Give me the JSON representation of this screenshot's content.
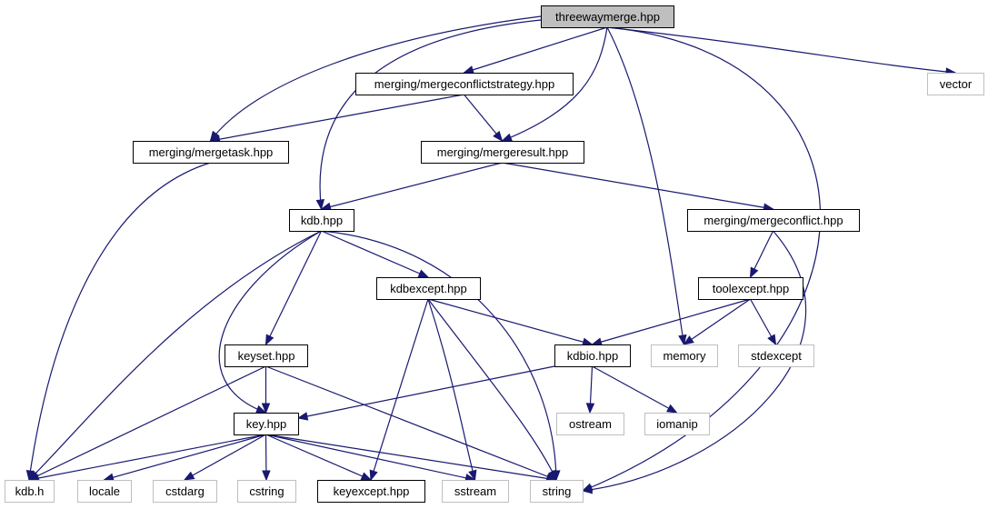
{
  "title": "threewaymerge.hpp include dependency graph",
  "colors": {
    "edge": "#191970",
    "root_fill": "#bfbfbf",
    "internal_border": "#000000",
    "external_border": "#bfbfbf"
  },
  "nodes": [
    {
      "id": "threewaymerge",
      "label": "threewaymerge.hpp",
      "kind": "root"
    },
    {
      "id": "mergeconflictstrategy",
      "label": "merging/mergeconflictstrategy.hpp",
      "kind": "internal"
    },
    {
      "id": "vector",
      "label": "vector",
      "kind": "external"
    },
    {
      "id": "mergetask",
      "label": "merging/mergetask.hpp",
      "kind": "internal"
    },
    {
      "id": "mergeresult",
      "label": "merging/mergeresult.hpp",
      "kind": "internal"
    },
    {
      "id": "kdbhpp",
      "label": "kdb.hpp",
      "kind": "internal"
    },
    {
      "id": "mergeconflict",
      "label": "merging/mergeconflict.hpp",
      "kind": "internal"
    },
    {
      "id": "kdbexcept",
      "label": "kdbexcept.hpp",
      "kind": "internal"
    },
    {
      "id": "toolexcept",
      "label": "toolexcept.hpp",
      "kind": "internal"
    },
    {
      "id": "keyset",
      "label": "keyset.hpp",
      "kind": "internal"
    },
    {
      "id": "kdbio",
      "label": "kdbio.hpp",
      "kind": "internal"
    },
    {
      "id": "memory",
      "label": "memory",
      "kind": "external"
    },
    {
      "id": "stdexcept",
      "label": "stdexcept",
      "kind": "external"
    },
    {
      "id": "key",
      "label": "key.hpp",
      "kind": "internal"
    },
    {
      "id": "ostream",
      "label": "ostream",
      "kind": "external"
    },
    {
      "id": "iomanip",
      "label": "iomanip",
      "kind": "external"
    },
    {
      "id": "kdbh",
      "label": "kdb.h",
      "kind": "external"
    },
    {
      "id": "locale",
      "label": "locale",
      "kind": "external"
    },
    {
      "id": "cstdarg",
      "label": "cstdarg",
      "kind": "external"
    },
    {
      "id": "cstring",
      "label": "cstring",
      "kind": "external"
    },
    {
      "id": "keyexcept",
      "label": "keyexcept.hpp",
      "kind": "internal"
    },
    {
      "id": "sstream",
      "label": "sstream",
      "kind": "external"
    },
    {
      "id": "string",
      "label": "string",
      "kind": "external"
    }
  ],
  "edges": [
    {
      "from": "threewaymerge",
      "to": "mergeconflictstrategy"
    },
    {
      "from": "threewaymerge",
      "to": "vector"
    },
    {
      "from": "threewaymerge",
      "to": "mergetask"
    },
    {
      "from": "threewaymerge",
      "to": "mergeresult"
    },
    {
      "from": "threewaymerge",
      "to": "kdbhpp"
    },
    {
      "from": "threewaymerge",
      "to": "memory"
    },
    {
      "from": "threewaymerge",
      "to": "string"
    },
    {
      "from": "mergeconflictstrategy",
      "to": "mergetask"
    },
    {
      "from": "mergeconflictstrategy",
      "to": "mergeresult"
    },
    {
      "from": "mergetask",
      "to": "kdbh"
    },
    {
      "from": "mergeresult",
      "to": "kdbhpp"
    },
    {
      "from": "mergeresult",
      "to": "mergeconflict"
    },
    {
      "from": "mergeconflict",
      "to": "toolexcept"
    },
    {
      "from": "mergeconflict",
      "to": "string"
    },
    {
      "from": "toolexcept",
      "to": "kdbio"
    },
    {
      "from": "toolexcept",
      "to": "memory"
    },
    {
      "from": "toolexcept",
      "to": "stdexcept"
    },
    {
      "from": "kdbhpp",
      "to": "kdbexcept"
    },
    {
      "from": "kdbhpp",
      "to": "keyset"
    },
    {
      "from": "kdbhpp",
      "to": "key"
    },
    {
      "from": "kdbhpp",
      "to": "kdbh"
    },
    {
      "from": "kdbhpp",
      "to": "string"
    },
    {
      "from": "kdbexcept",
      "to": "kdbio"
    },
    {
      "from": "kdbexcept",
      "to": "keyexcept"
    },
    {
      "from": "kdbexcept",
      "to": "sstream"
    },
    {
      "from": "kdbexcept",
      "to": "string"
    },
    {
      "from": "kdbio",
      "to": "key"
    },
    {
      "from": "kdbio",
      "to": "ostream"
    },
    {
      "from": "kdbio",
      "to": "iomanip"
    },
    {
      "from": "keyset",
      "to": "key"
    },
    {
      "from": "keyset",
      "to": "kdbh"
    },
    {
      "from": "keyset",
      "to": "string"
    },
    {
      "from": "key",
      "to": "kdbh"
    },
    {
      "from": "key",
      "to": "locale"
    },
    {
      "from": "key",
      "to": "cstdarg"
    },
    {
      "from": "key",
      "to": "cstring"
    },
    {
      "from": "key",
      "to": "keyexcept"
    },
    {
      "from": "key",
      "to": "sstream"
    },
    {
      "from": "key",
      "to": "string"
    }
  ]
}
